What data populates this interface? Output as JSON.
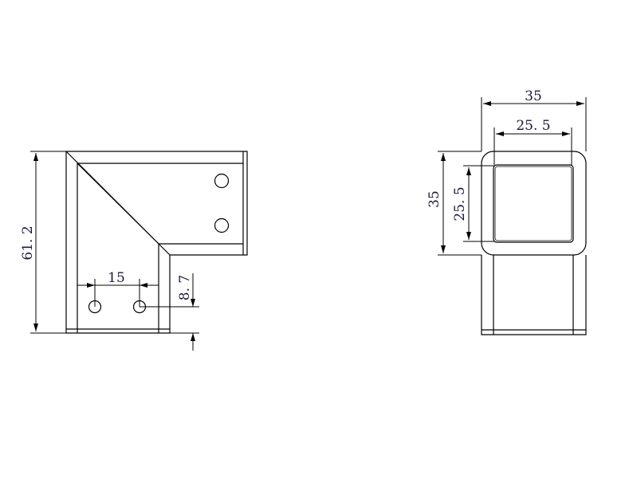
{
  "drawing": {
    "side_view": {
      "height_dim": "61. 2",
      "hole_spacing_dim": "15",
      "hole_offset_dim": "8. 7"
    },
    "end_view": {
      "outer_width_dim": "35",
      "inner_width_dim": "25. 5",
      "outer_height_dim": "35",
      "inner_height_dim": "25. 5"
    },
    "colors": {
      "line": "#000000",
      "text": "#1a1a3a"
    }
  }
}
